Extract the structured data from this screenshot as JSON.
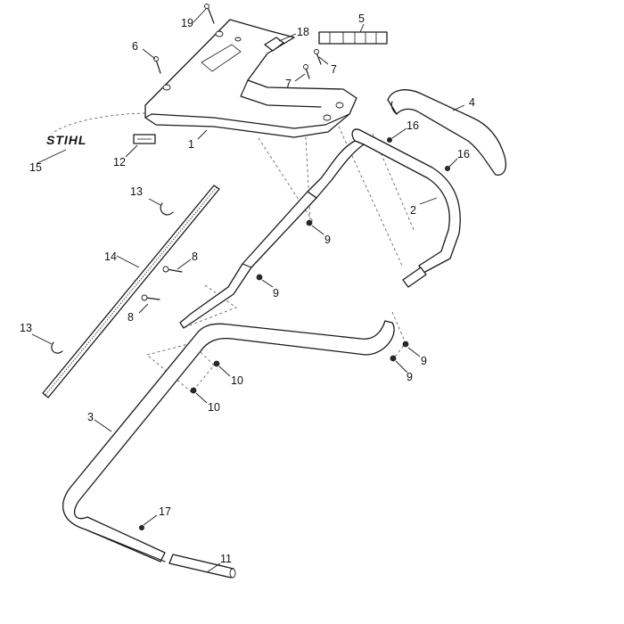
{
  "diagram": {
    "brand_logo_text": "STIHL",
    "parts": [
      {
        "key": "p1",
        "label": "1"
      },
      {
        "key": "p2",
        "label": "2"
      },
      {
        "key": "p3",
        "label": "3"
      },
      {
        "key": "p4",
        "label": "4"
      },
      {
        "key": "p5",
        "label": "5"
      },
      {
        "key": "p6",
        "label": "6"
      },
      {
        "key": "p7a",
        "label": "7"
      },
      {
        "key": "p7b",
        "label": "7"
      },
      {
        "key": "p8a",
        "label": "8"
      },
      {
        "key": "p8b",
        "label": "8"
      },
      {
        "key": "p9a",
        "label": "9"
      },
      {
        "key": "p9b",
        "label": "9"
      },
      {
        "key": "p9c",
        "label": "9"
      },
      {
        "key": "p9d",
        "label": "9"
      },
      {
        "key": "p10a",
        "label": "10"
      },
      {
        "key": "p10b",
        "label": "10"
      },
      {
        "key": "p11",
        "label": "11"
      },
      {
        "key": "p12",
        "label": "12"
      },
      {
        "key": "p13a",
        "label": "13"
      },
      {
        "key": "p13b",
        "label": "13"
      },
      {
        "key": "p14",
        "label": "14"
      },
      {
        "key": "p15",
        "label": "15"
      },
      {
        "key": "p16a",
        "label": "16"
      },
      {
        "key": "p16b",
        "label": "16"
      },
      {
        "key": "p17",
        "label": "17"
      },
      {
        "key": "p18",
        "label": "18"
      },
      {
        "key": "p19",
        "label": "19"
      }
    ]
  }
}
